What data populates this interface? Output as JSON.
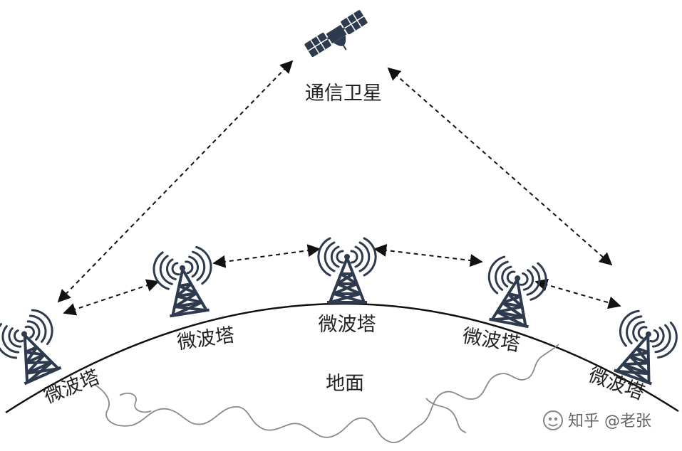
{
  "satellite": {
    "label": "通信卫星",
    "icon": "satellite-icon"
  },
  "towers": [
    {
      "label": "微波塔",
      "icon": "microwave-tower-icon"
    },
    {
      "label": "微波塔",
      "icon": "microwave-tower-icon"
    },
    {
      "label": "微波塔",
      "icon": "microwave-tower-icon"
    },
    {
      "label": "微波塔",
      "icon": "microwave-tower-icon"
    },
    {
      "label": "微波塔",
      "icon": "microwave-tower-icon"
    }
  ],
  "ground": {
    "label": "地面"
  },
  "watermark": {
    "text": "知乎 @老张",
    "icon": "zhihu-logo-icon"
  },
  "colors": {
    "tower": "#2e3a4d",
    "line": "#111111",
    "coast": "#8a8a8a"
  }
}
